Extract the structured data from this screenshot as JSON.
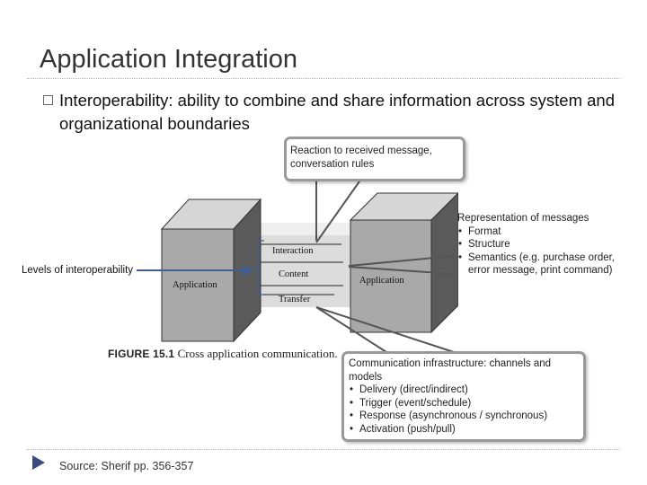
{
  "slide": {
    "title": "Application Integration",
    "bullet_text": "Interoperability: ability to combine and share information across system and organizational boundaries",
    "source": "Source: Sherif pp. 356-357"
  },
  "diagram": {
    "left_box_label": "Application",
    "right_box_label": "Application",
    "layer_interaction": "Interaction",
    "layer_content": "Content",
    "layer_transfer": "Transfer",
    "figure_label": "FIGURE 15.1",
    "figure_caption": "Cross application communication."
  },
  "annotations": {
    "levels_label": "Levels of interoperability",
    "reaction": "Reaction to received message, conversation rules",
    "representation": {
      "heading": "Representation of messages",
      "items": [
        "Format",
        "Structure",
        "Semantics (e.g. purchase order, error message, print command)"
      ]
    },
    "infrastructure": {
      "heading": "Communication infrastructure: channels and models",
      "items": [
        "Delivery (direct/indirect)",
        "Trigger (event/schedule)",
        "Response (asynchronous / synchronous)",
        "Activation (push/pull)"
      ]
    }
  },
  "colors": {
    "arrow_blue": "#3f5f95",
    "callout_border": "#999999",
    "source_arrow": "#3b4b80"
  },
  "icons": {
    "bullet": "square-box-icon",
    "source_marker": "triangle-right-icon"
  }
}
